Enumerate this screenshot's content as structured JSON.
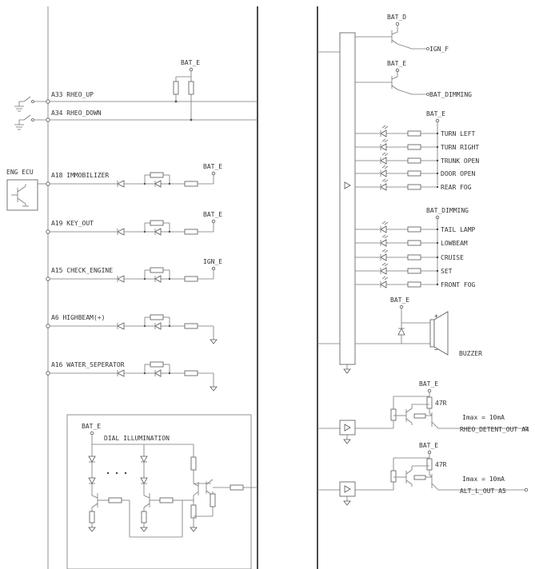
{
  "power": {
    "bat_e": "BAT_E",
    "bat_d": "BAT_D",
    "ign_e": "IGN_E",
    "bat_dimming": "BAT_DIMMING"
  },
  "left": {
    "ecu": "ENG ECU",
    "inputs": [
      {
        "pin": "A33 RHEO_UP"
      },
      {
        "pin": "A34 RHEO_DOWN"
      }
    ],
    "indicators": [
      {
        "pin": "A18 IMMOBILIZER",
        "supply": "BAT_E"
      },
      {
        "pin": "A19 KEY_OUT",
        "supply": "BAT_E"
      },
      {
        "pin": "A15 CHECK_ENGINE",
        "supply": "IGN_E"
      },
      {
        "pin": "A6 HIGHBEAM(+)",
        "supply": ""
      },
      {
        "pin": "A16 WATER_SEPERATOR",
        "supply": ""
      }
    ],
    "illum": {
      "supply": "BAT_E",
      "label": "DIAL ILLUMINATION"
    }
  },
  "right": {
    "top_outputs": [
      {
        "supply": "BAT_D",
        "label": "IGN_F"
      },
      {
        "supply": "BAT_E",
        "label": "BAT_DIMMING"
      }
    ],
    "group1": {
      "supply": "BAT_E",
      "labels": [
        "TURN LEFT",
        "TURN RIGHT",
        "TRUNK OPEN",
        "DOOR OPEN",
        "REAR FOG"
      ]
    },
    "group2": {
      "supply": "BAT_DIMMING",
      "labels": [
        "TAIL LAMP",
        "LOWBEAM",
        "CRUISE",
        "SET",
        "FRONT FOG"
      ]
    },
    "buzzer": {
      "supply": "BAT_E",
      "label": "BUZZER",
      "plus": "+",
      "minus": "−"
    },
    "drivers": [
      {
        "supply": "BAT_E",
        "res": "47R",
        "imax": "Imax = 10mA",
        "label": "RHEO_DETENT_OUT A4"
      },
      {
        "supply": "BAT_E",
        "res": "47R",
        "imax": "Imax = 10mA",
        "label": "ALT_L_OUT A5"
      }
    ]
  }
}
